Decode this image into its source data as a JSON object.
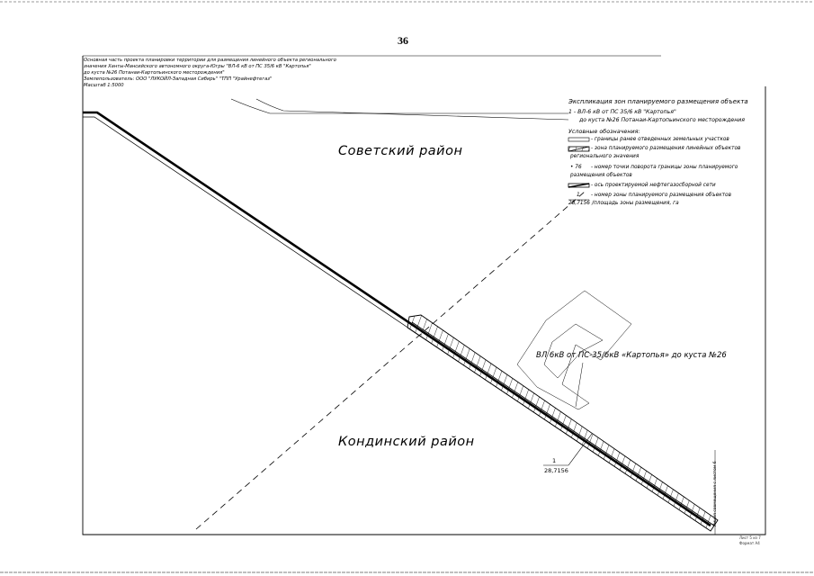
{
  "page_number": "36",
  "header_lines": [
    "Основная часть проекта планировки территории для размещения линейного объекта регионального",
    "значения Ханты-Мансийского автономного округа-Югры \"ВЛ-6 кВ от ПС 35/6 кВ \"Картопья\"",
    "до куста №26 Потанаи-Картопьинского месторождения\"",
    "Землепользователь: ООО \"ЛУКОЙЛ-Западная Сибирь\" \"ТПП \"Урайнефтегаз\"",
    "Масштаб 1:5000"
  ],
  "explication": {
    "title": "Экспликация зон планируемого размещения объекта",
    "item_1": "1 - ВЛ-6 кВ от ПС 35/6 кВ \"Картопья\"",
    "item_1_cont": "до куста №26 Потанаи-Картопьинского месторождения"
  },
  "legend": {
    "title": "Условные обозначения:",
    "items": [
      "- границы ранее отведенных земельных участков",
      "- зона планируемого размещения линейных объектов",
      "регионального значения",
      "- номер точки поворота границы зоны планируемого",
      "размещения объектов",
      "- ось проектируемой нефтегазосборной сети",
      "- номер зоны планируемого размещения объектов",
      "/площадь зоны размещения, га"
    ],
    "point_marker": "• 76",
    "zone_sample_num": "1",
    "zone_sample_area": "28,7156"
  },
  "map": {
    "region_north": "Советский район",
    "region_south": "Кондинский район",
    "line_label": "ВЛ 6кВ от ПС-35/6кВ «Картопья» до куста №26",
    "zone_num": "1",
    "zone_area": "28,7156",
    "match_line": "Линия совмещения с листом 6"
  },
  "footer": {
    "sheet": "Лист 5 из 7",
    "format": "Формат А4"
  }
}
